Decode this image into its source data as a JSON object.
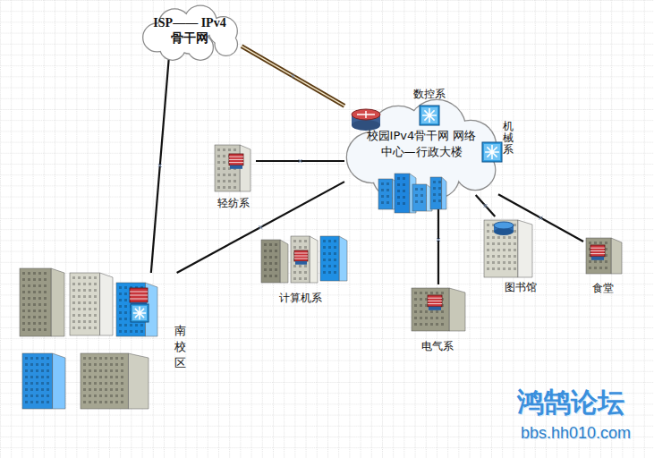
{
  "diagram": {
    "nodes": [
      {
        "text": [
          "ISP—— IPv4骨干网"
        ]
      },
      {
        "text": [
          "校园IPv4骨干网 网络中心—行政大楼"
        ]
      },
      {
        "text": [
          "数控系"
        ]
      },
      {
        "text": [
          "机械系"
        ]
      },
      {
        "text": [
          "轻纺系"
        ]
      },
      {
        "text": [
          "计算机系"
        ]
      },
      {
        "text": [
          "南校区"
        ]
      },
      {
        "text": [
          "电气系"
        ]
      },
      {
        "text": [
          "图书馆"
        ]
      },
      {
        "text": [
          "食堂"
        ]
      }
    ],
    "edges": [
      {
        "from": 0,
        "to": 1,
        "arrow": "none"
      },
      {
        "from": 0,
        "to": 6,
        "arrow": "none"
      },
      {
        "from": 1,
        "to": 4,
        "arrow": "none"
      },
      {
        "from": 1,
        "to": 6,
        "arrow": "none"
      },
      {
        "from": 1,
        "to": 7,
        "arrow": "none"
      },
      {
        "from": 1,
        "to": 8,
        "arrow": "none"
      },
      {
        "from": 1,
        "to": 9,
        "arrow": "none"
      }
    ],
    "labels": [
      "鸿鹄论坛",
      "bbs.hh010.com"
    ]
  }
}
